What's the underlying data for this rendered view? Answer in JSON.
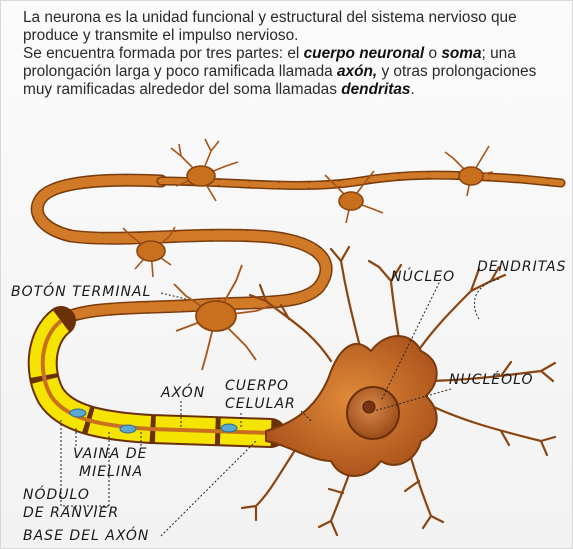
{
  "intro": {
    "p1": "La neurona es la unidad funcional y estructural del sistema nervioso que produce y transmite el impulso nervioso.",
    "p2_a": "Se encuentra formada por tres partes: el ",
    "p2_b": "cuerpo neuronal",
    "p2_c": " o ",
    "p2_d": "soma",
    "p2_e": "; una prolongación larga y poco ramificada llamada ",
    "p2_f": "axón,",
    "p2_g": " y otras prolongaciones muy ramificadas alrededor del soma llamadas ",
    "p2_h": "dendritas",
    "p2_i": "."
  },
  "labels": {
    "boton_terminal": "BOTÓN TERMINAL",
    "nucleo": "NÚCLEO",
    "dendritas": "DENDRITAS",
    "nucleolo": "NUCLÉOLO",
    "axon": "AXÓN",
    "cuerpo": "CUERPO",
    "celular": "CELULAR",
    "vaina_1": "VAINA DE",
    "vaina_2": "MIELINA",
    "nodulo_1": "NÓDULO",
    "nodulo_2": "DE RANVIER",
    "base_axon": "BASE DEL AXÓN"
  },
  "colors": {
    "axon_orange": "#c8701e",
    "axon_dark": "#8a4510",
    "myelin": "#f5e400",
    "soma": "#c46a22",
    "nucleus": "#b0561a"
  }
}
